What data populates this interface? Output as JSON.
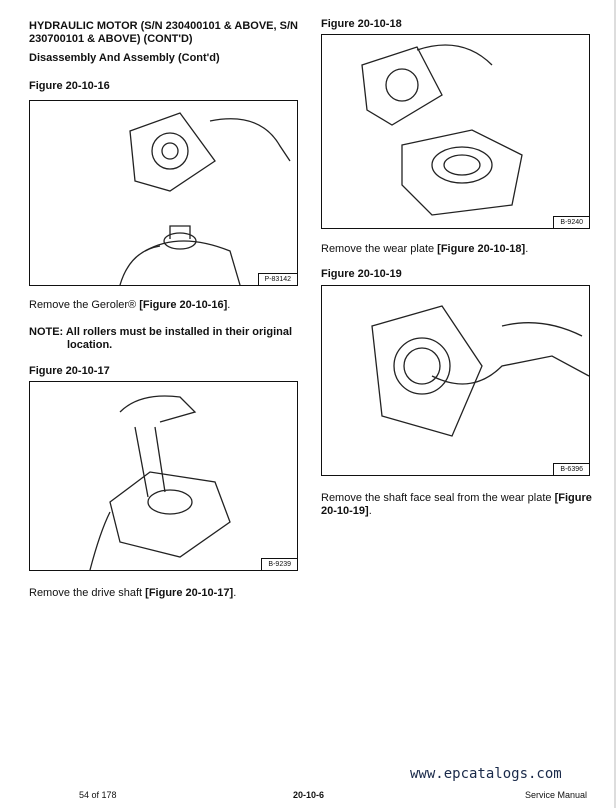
{
  "header": {
    "title_line1": "HYDRAULIC MOTOR (S/N 230400101 & ABOVE, S/N",
    "title_line2": "230700101 & ABOVE) (CONT'D)",
    "subtitle": "Disassembly And Assembly (Cont'd)"
  },
  "left": {
    "fig16": {
      "title": "Figure 20-10-16",
      "code": "P-83142"
    },
    "text16_pre": "Remove the Geroler® ",
    "text16_ref": "[Figure 20-10-16]",
    "text16_post": ".",
    "note_line1": "NOTE: All rollers must be installed in their original",
    "note_line2": "location.",
    "fig17": {
      "title": "Figure 20-10-17",
      "code": "B-9239"
    },
    "text17_pre": "Remove the drive shaft ",
    "text17_ref": "[Figure 20-10-17]",
    "text17_post": "."
  },
  "right": {
    "fig18": {
      "title": "Figure 20-10-18",
      "code": "B-9240"
    },
    "text18_pre": "Remove the wear plate ",
    "text18_ref": "[Figure 20-10-18]",
    "text18_post": ".",
    "fig19": {
      "title": "Figure 20-10-19",
      "code": "B-6396"
    },
    "text19_line1_pre": "Remove the shaft face seal from the wear plate ",
    "text19_line1_ref": "[Figure",
    "text19_line2_ref": "20-10-19]",
    "text19_line2_post": "."
  },
  "footer": {
    "page_of": "54 of 178",
    "section": "20-10-6",
    "watermark": "www.epcatalogs.com",
    "manual": "Service Manual"
  }
}
